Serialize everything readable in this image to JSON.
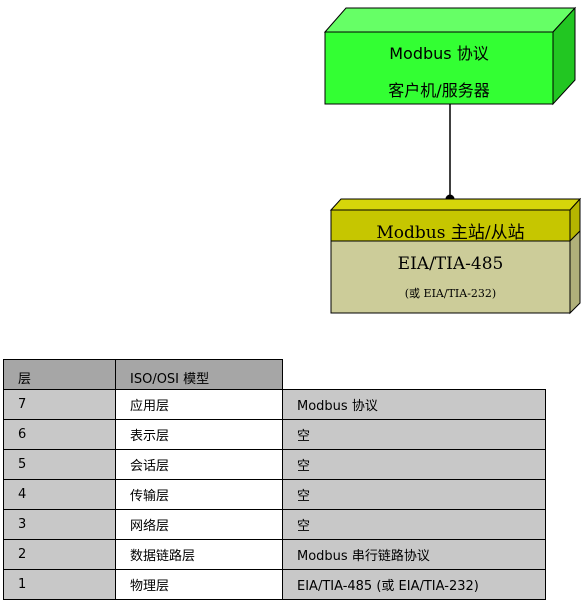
{
  "diagram": {
    "app_line1": "Modbus 协议",
    "app_line2": "客户机/服务器",
    "master_slave": "Modbus 主站/从站",
    "physical": "EIA/TIA-485",
    "physical_alt": "(或 EIA/TIA-232)",
    "colors": {
      "app_front": "#33ff33",
      "app_top": "#66ff66",
      "app_side": "#22c622",
      "ms_front": "#c6c600",
      "ms_top": "#d6d60a",
      "phys_front": "#cccc99",
      "phys_side": "#b0b07a"
    }
  },
  "table": {
    "headers": [
      "层",
      "ISO/OSI 模型"
    ],
    "rows": [
      {
        "layer": "7",
        "model": "应用层",
        "modbus": "Modbus 协议"
      },
      {
        "layer": "6",
        "model": "表示层",
        "modbus": "空"
      },
      {
        "layer": "5",
        "model": "会话层",
        "modbus": "空"
      },
      {
        "layer": "4",
        "model": "传输层",
        "modbus": "空"
      },
      {
        "layer": "3",
        "model": "网络层",
        "modbus": "空"
      },
      {
        "layer": "2",
        "model": "数据链路层",
        "modbus": "Modbus 串行链路协议"
      },
      {
        "layer": "1",
        "model": "物理层",
        "modbus": "EIA/TIA-485 (或 EIA/TIA-232)"
      }
    ]
  }
}
